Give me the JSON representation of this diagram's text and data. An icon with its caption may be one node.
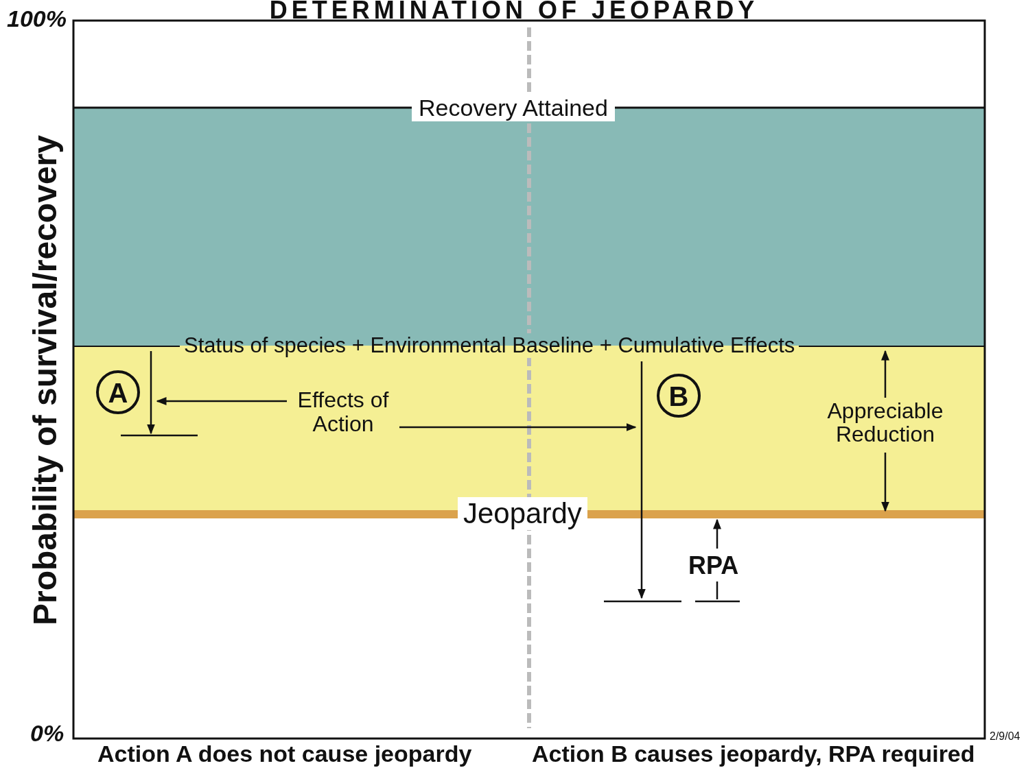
{
  "diagram": {
    "title": "DETERMINATION OF JEOPARDY",
    "nodes": [
      {
        "text": [
          "Effects of Action"
        ]
      },
      {
        "text": [
          "A"
        ]
      },
      {
        "text": [
          "B"
        ]
      },
      {
        "text": [],
        "shape": "arrow"
      },
      {
        "text": [],
        "shape": "arrow"
      }
    ],
    "edges": [
      {
        "from": 0,
        "to": 3,
        "arrow": "to"
      },
      {
        "from": 0,
        "to": 4,
        "arrow": "to"
      }
    ],
    "labels": [
      "100%",
      "Probability of survival/recovery",
      "Recovery Attained",
      "Status of species + Environmental Baseline + Cumulative Effects",
      "Appreciable Reduction",
      "Jeopardy",
      "RPA",
      "0%",
      "Action A does not cause jeopardy",
      "Action B causes jeopardy, RPA required",
      "2/9/04"
    ]
  }
}
